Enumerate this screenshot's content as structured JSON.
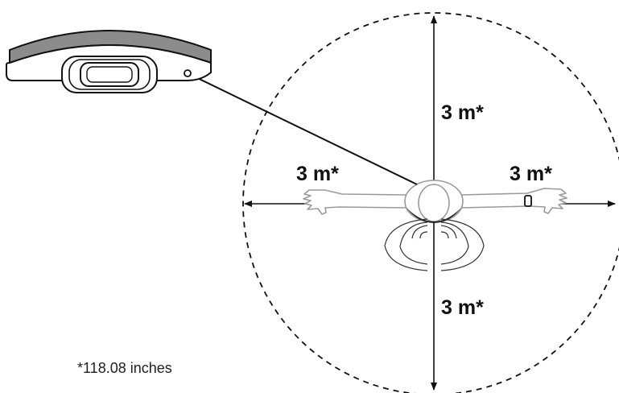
{
  "labels": {
    "range_top": "3 m*",
    "range_left": "3 m*",
    "range_right": "3 m*",
    "range_bottom": "3 m*"
  },
  "footnote": "*118.08 inches",
  "colors": {
    "stroke": "#111111",
    "body_outline": "#9a9a9a",
    "strap_band": "#8c8c8c"
  },
  "icons": {
    "sensor": "chest-strap-sensor-icon",
    "person": "person-top-view-icon",
    "signal": "signal-wave-icon"
  }
}
